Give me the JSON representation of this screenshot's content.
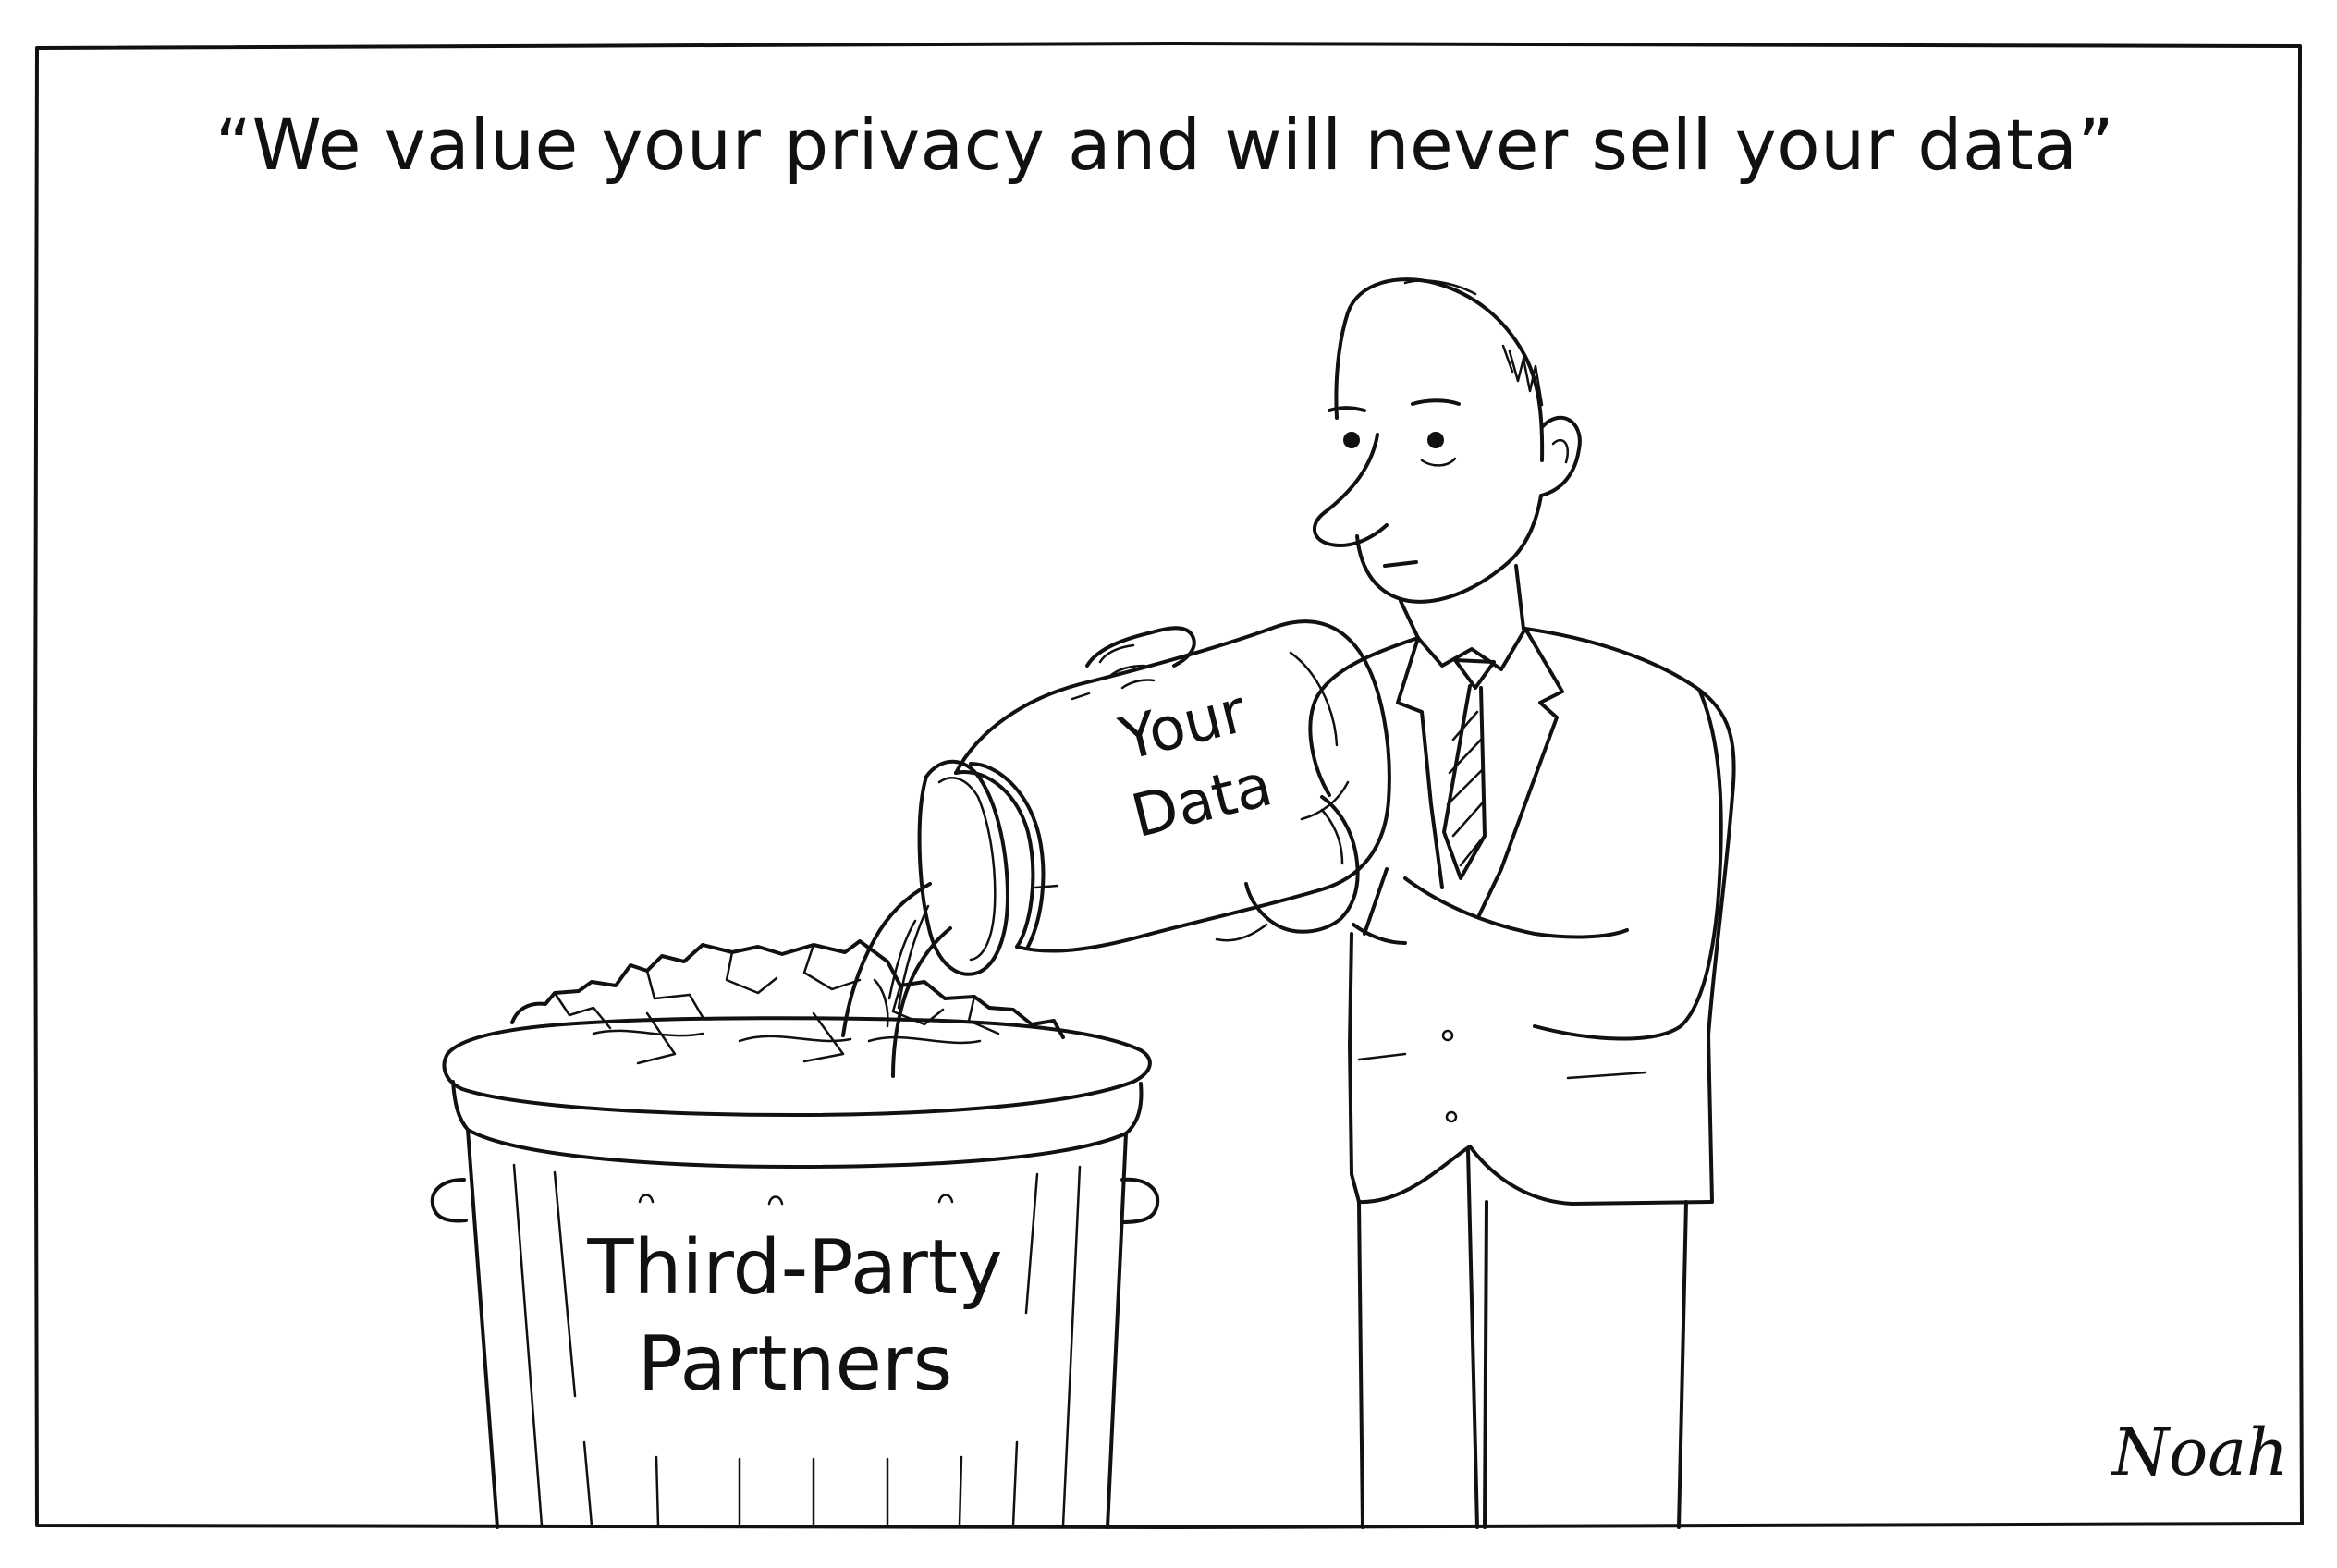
{
  "caption": "“We value your privacy and will never sell your data”",
  "jar_label": {
    "line1": "Your",
    "line2": "Data"
  },
  "bin_label": {
    "line1": "Third-Party",
    "line2": "Partners"
  },
  "signature": "Noah",
  "colors": {
    "ink": "#111111",
    "paper": "#ffffff"
  }
}
